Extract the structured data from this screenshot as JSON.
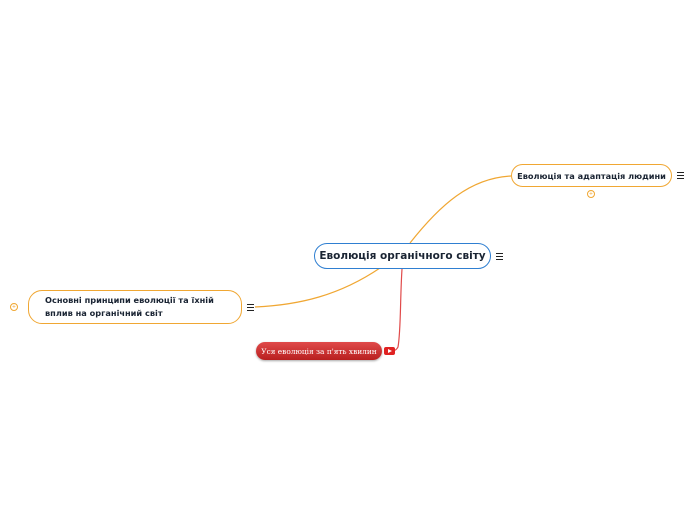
{
  "map": {
    "central": {
      "label": "Еволюція органічного світу"
    },
    "branches": [
      {
        "label": "Еволюція та адаптація людини",
        "color": "#f0a733"
      },
      {
        "label": "Основні принципи еволюції та їхній вплив на органічний світ",
        "color": "#f0a733"
      }
    ],
    "video": {
      "label": "Уся еволюція за п'ять хвилин",
      "color": "#c62828"
    }
  },
  "icons": {
    "menu": "hamburger-menu-icon",
    "collapse": "collapse-toggle-icon",
    "video": "youtube-play-icon"
  },
  "colors": {
    "central_border": "#2f7fd1",
    "branch_line": "#f0a733",
    "video_line": "#e04a4a"
  }
}
